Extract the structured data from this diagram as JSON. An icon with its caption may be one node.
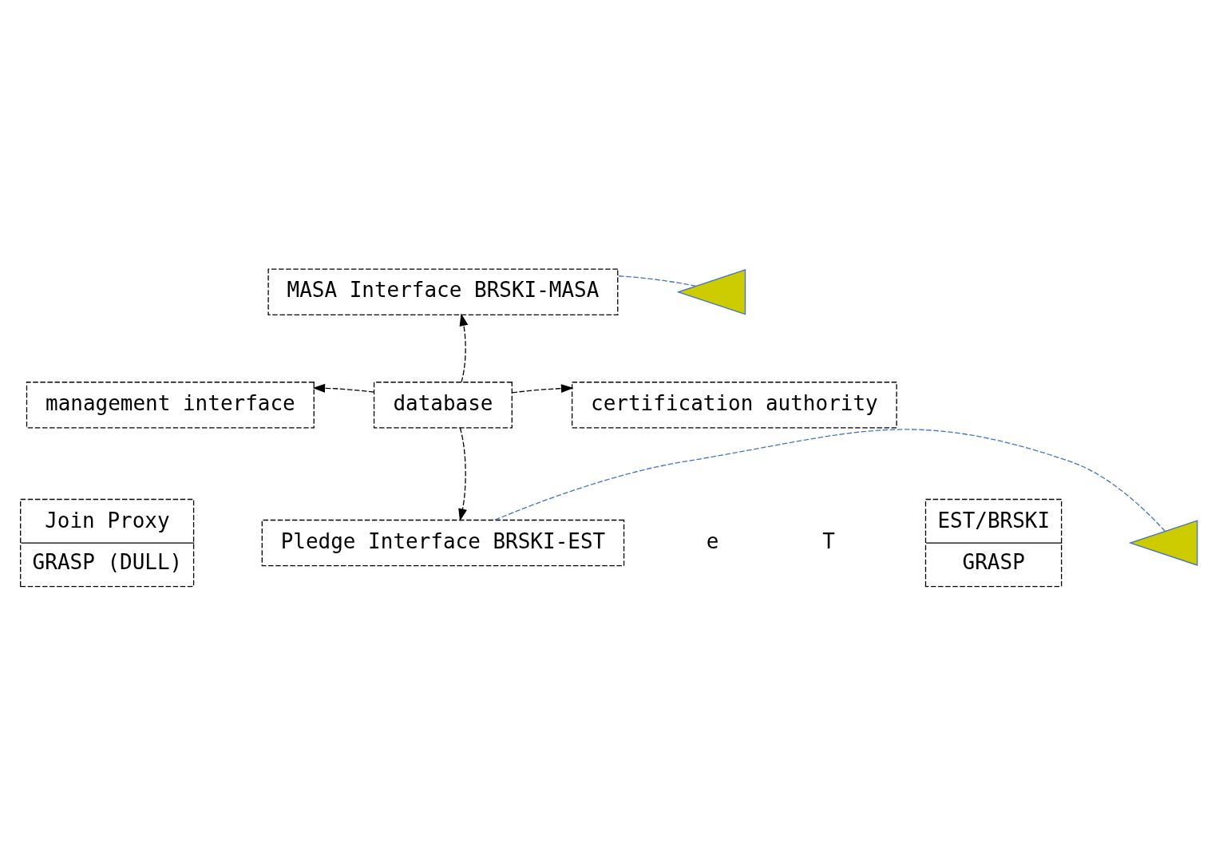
{
  "diagram": {
    "nodes": [
      {
        "text": [
          "MASA Interface BRSKI-MASA"
        ]
      },
      {
        "text": [
          "management interface"
        ]
      },
      {
        "text": [
          "database"
        ]
      },
      {
        "text": [
          "certification authority"
        ]
      },
      {
        "text": [
          "Join Proxy",
          "GRASP (DULL)"
        ]
      },
      {
        "text": [
          "Pledge Interface BRSKI-EST"
        ]
      },
      {
        "text": [
          "EST/BRSKI",
          "GRASP"
        ]
      },
      {
        "text": [],
        "shape": "triangle"
      },
      {
        "text": [],
        "shape": "triangle"
      }
    ],
    "edges": [
      {
        "from": 2,
        "to": 0,
        "arrow": "to"
      },
      {
        "from": 2,
        "to": 1,
        "arrow": "to"
      },
      {
        "from": 2,
        "to": 3,
        "arrow": "to"
      },
      {
        "from": 2,
        "to": 5,
        "arrow": "to"
      },
      {
        "from": 7,
        "to": 0,
        "arrow": "none",
        "color": "#4472c4"
      },
      {
        "from": 8,
        "to": 5,
        "arrow": "none",
        "color": "#4472c4"
      }
    ],
    "labels": [
      "e",
      "T"
    ]
  }
}
